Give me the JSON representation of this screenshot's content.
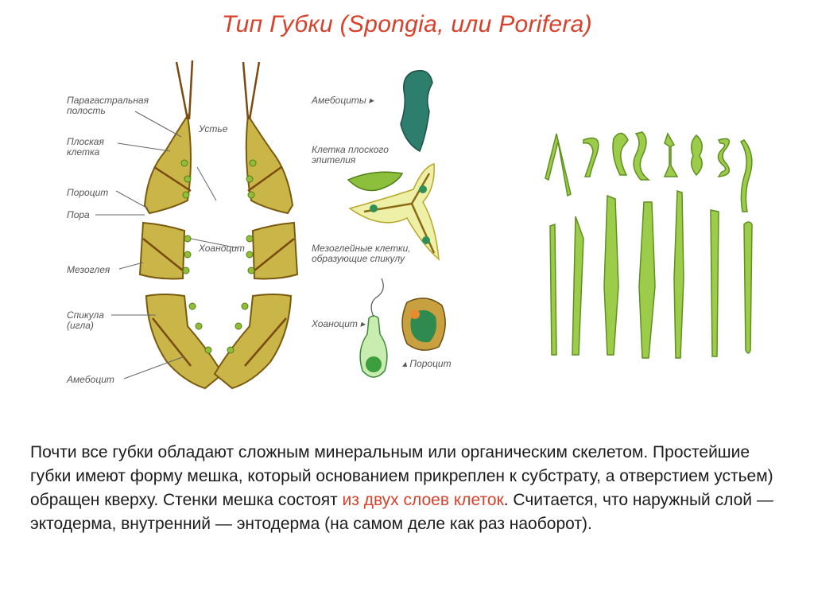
{
  "slide": {
    "title": "Тип Губки (Spongia, или Porifera)"
  },
  "labels": {
    "paragastral": "Парагастральная полость",
    "flat_cell": "Плоская клетка",
    "porocyte": "Пороцит",
    "pore": "Пора",
    "mesoglea": "Мезоглея",
    "spicule": "Спикула (игла)",
    "amebocyte": "Амебоцит",
    "osculum": "Устье",
    "choanocyte": "Хоаноцит",
    "amebocytes": "Амебоциты ▸",
    "epithelial_cell": "Клетка плоского эпителия",
    "mesoglea_cells": "Мезоглейные клетки, образующие спикулу",
    "choanocyte_detail": "Хоаноцит ▸",
    "porocyte_detail": "▴ Пороцит"
  },
  "paragraph": {
    "part1": "Почти все губки обладают сложным минеральным или органическим скелетом. Простейшие губки имеют форму мешка, который основанием прикреплен к субстрату, а отверстием устьем) обращен кверху. Стенки мешка состоят ",
    "highlight": "из двух слоев клеток",
    "part2": ". Считается, что наружный слой — эктодерма, внутренний — энтодерма (на самом деле как раз наоборот)."
  },
  "colors": {
    "title_red": "#d9402b",
    "wall_fill": "#c9b548",
    "wall_stroke": "#7a5a10",
    "spicule_green": "#9ccc4a",
    "cell_green": "#3f8f6a"
  }
}
